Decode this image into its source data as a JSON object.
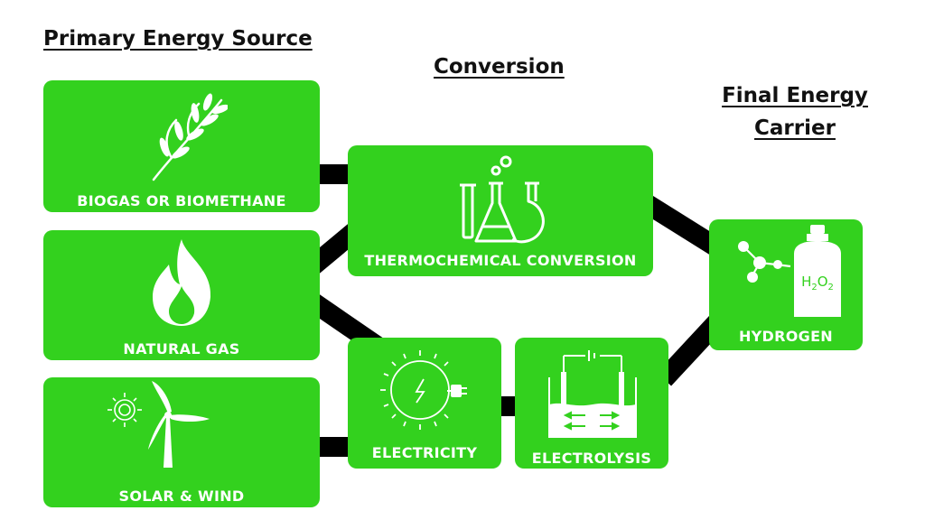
{
  "headings": {
    "primary": "Primary Energy Source",
    "conversion": "Conversion",
    "final_line1": "Final Energy",
    "final_line2": "Carrier"
  },
  "nodes": {
    "biogas": {
      "label": "BIOGAS OR BIOMETHANE",
      "icon": "wheat-icon"
    },
    "natural_gas": {
      "label": "NATURAL GAS",
      "icon": "flame-icon"
    },
    "solar_wind": {
      "label": "SOLAR & WIND",
      "icon": "sun-wind-turbine-icon"
    },
    "thermochemical": {
      "label": "THERMOCHEMICAL CONVERSION",
      "icon": "chemistry-flasks-icon"
    },
    "electricity": {
      "label": "ELECTRICITY",
      "icon": "electric-plug-icon"
    },
    "electrolysis": {
      "label": "ELECTROLYSIS",
      "icon": "electrolysis-cell-icon"
    },
    "hydrogen": {
      "label": "HYDROGEN",
      "icon": "hydrogen-tank-icon",
      "formula": "H2O2"
    }
  },
  "colors": {
    "node": "#33d11e",
    "connector": "#000000",
    "text": "#ffffff"
  }
}
